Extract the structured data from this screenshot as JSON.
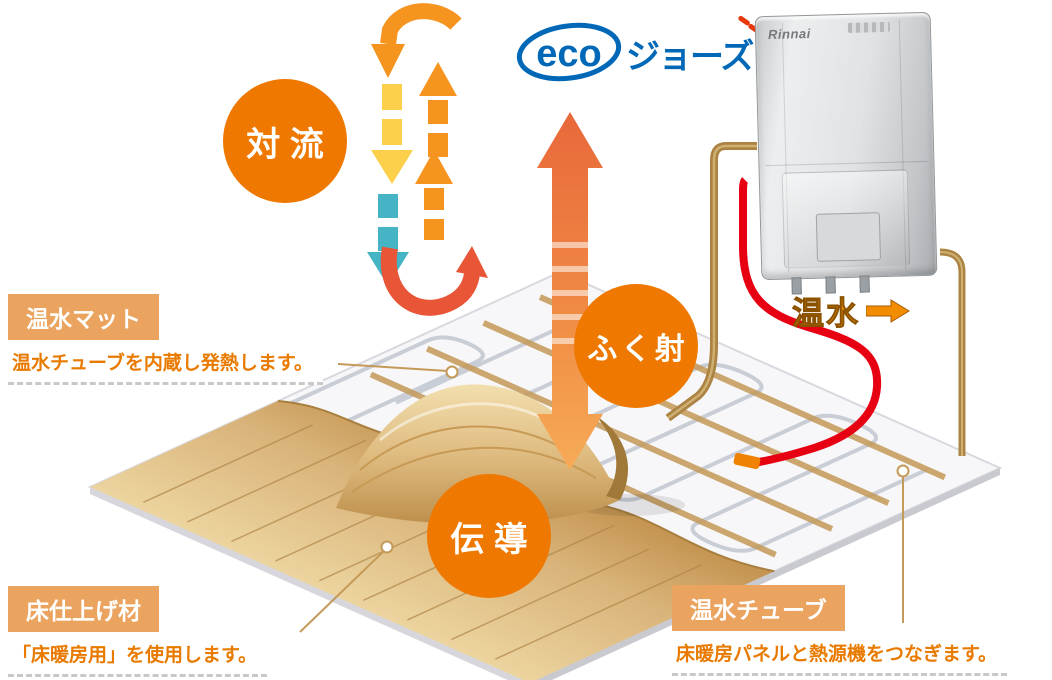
{
  "logo": {
    "eco": "eco",
    "katakana": "ジョーズ"
  },
  "heater": {
    "brand": "Rinnai"
  },
  "modes": {
    "convection": "対流",
    "radiation": "ふく射",
    "conduction": "伝導"
  },
  "pipe_label": {
    "text": "温水"
  },
  "callouts": {
    "mat": {
      "title": "温水マット",
      "desc": "温水チューブを内蔵し発熱します。"
    },
    "flooring": {
      "title": "床仕上げ材",
      "desc": "「床暖房用」を使用します。"
    },
    "tube": {
      "title": "温水チューブ",
      "desc": "床暖房パネルと熱源機をつなぎます。"
    }
  },
  "colors": {
    "accent_orange": "#ee7800",
    "callout_header": "#eba45f",
    "callout_text": "#e97a00",
    "logo_blue": "#0068b7",
    "logo_red_accent": "#e8380d",
    "pipe_red": "#e60012",
    "pipe_gold": "#ab8443",
    "arrow_yellow": "#fcd04b",
    "arrow_teal": "#45b4c4",
    "arrow_orange": "#f5941f",
    "arrow_red": "#e85637",
    "wood": "#d9b379"
  }
}
